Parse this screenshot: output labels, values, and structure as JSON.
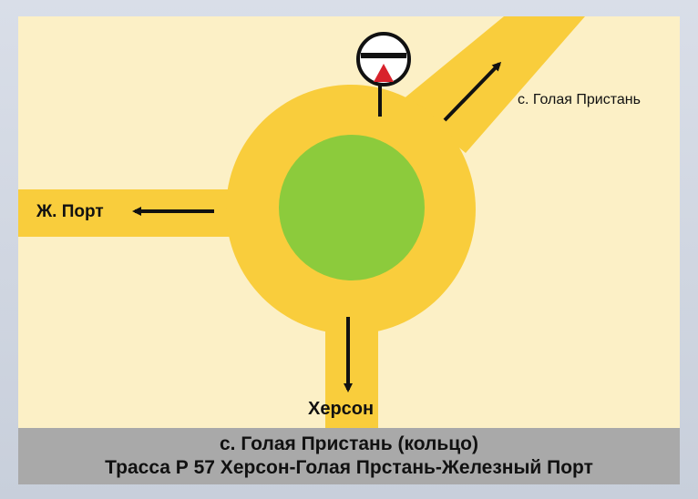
{
  "map": {
    "labels": {
      "port": "Ж. Порт",
      "golaya": "с. Голая Пристань",
      "kherson": "Херсон"
    },
    "icons": {
      "sign": "no-entry-sign-icon",
      "arrows": "direction-arrow-icon"
    },
    "colors": {
      "background": "#fcf0c6",
      "road": "#f9cd3c",
      "island": "#8ccb3c",
      "arrow": "#111111",
      "sign_arrow": "#d8222c"
    }
  },
  "caption": {
    "line1": "с. Голая Пристань (кольцо)",
    "line2": "Трасса Р 57 Херсон-Голая Прстань-Железный Порт"
  }
}
